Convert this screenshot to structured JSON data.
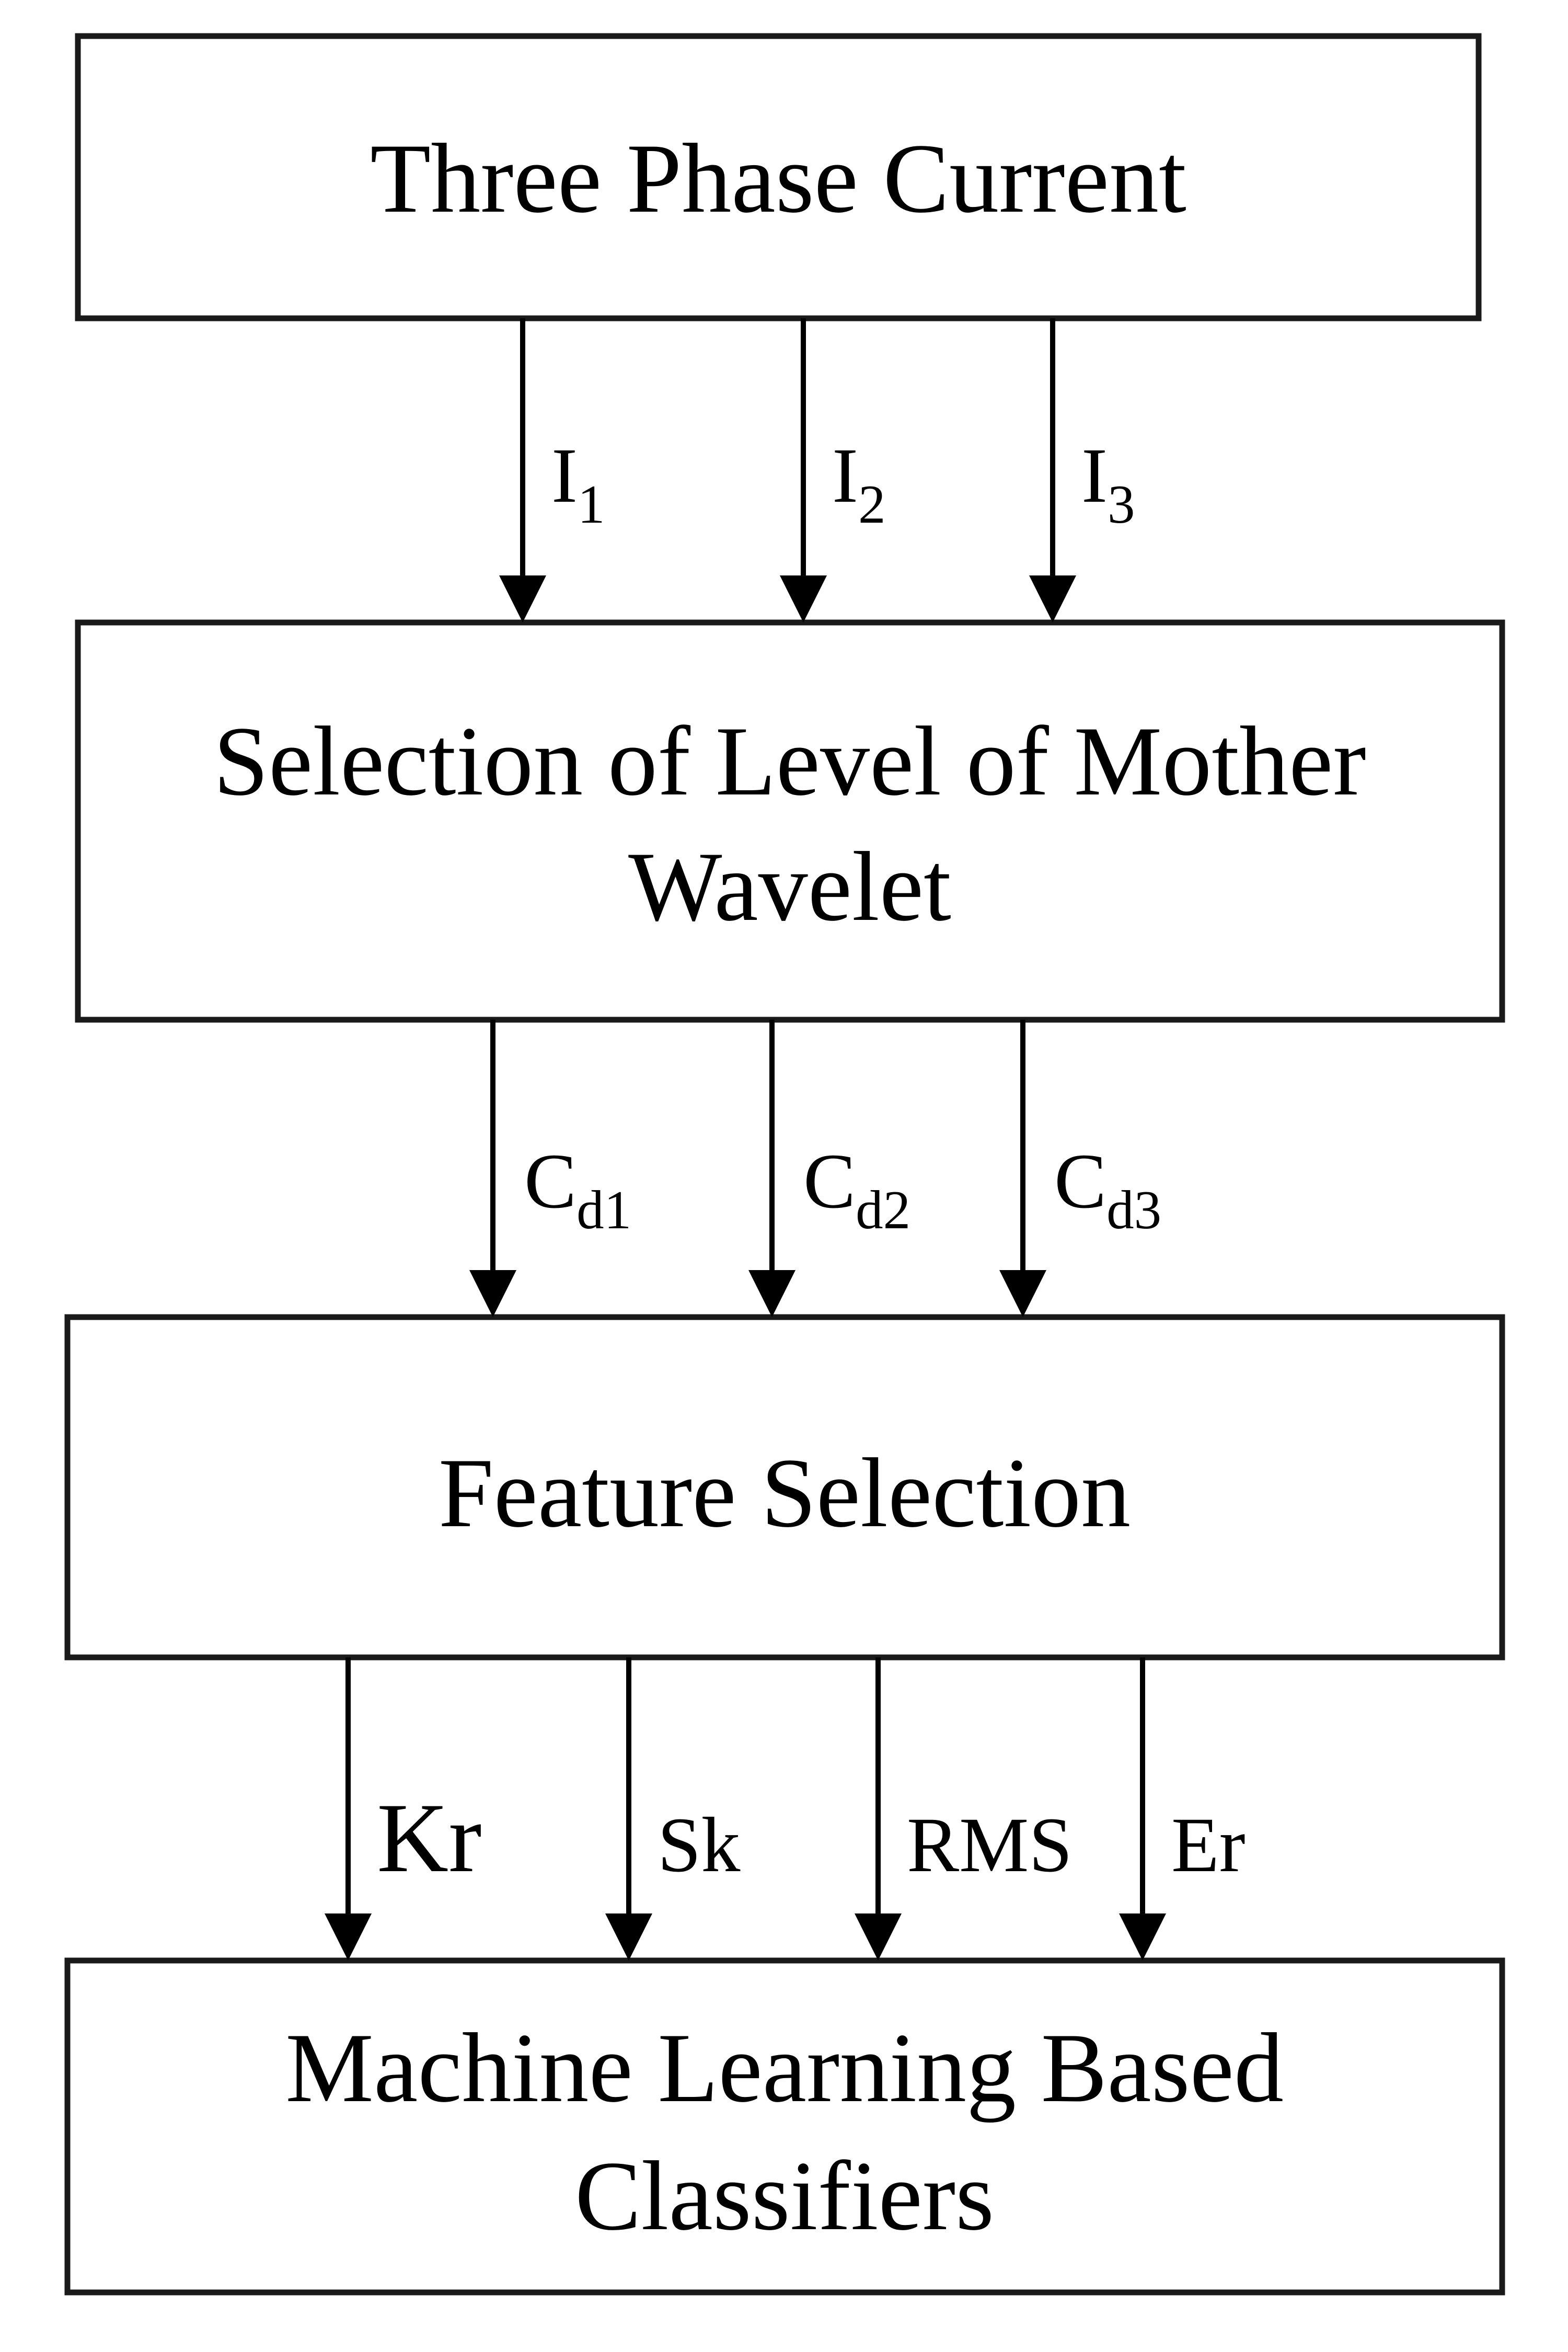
{
  "diagram": {
    "boxes": [
      {
        "id": "three-phase-current",
        "lines": [
          "Three Phase Current"
        ]
      },
      {
        "id": "wavelet-level-selection",
        "lines": [
          "Selection of Level of Mother",
          "Wavelet"
        ]
      },
      {
        "id": "feature-selection",
        "lines": [
          "Feature Selection"
        ]
      },
      {
        "id": "ml-classifiers",
        "lines": [
          "Machine Learning Based",
          "Classifiers"
        ]
      }
    ],
    "edges": [
      {
        "from": "three-phase-current",
        "to": "wavelet-level-selection",
        "labels": [
          {
            "main": "I",
            "sub": "1"
          },
          {
            "main": "I",
            "sub": "2"
          },
          {
            "main": "I",
            "sub": "3"
          }
        ]
      },
      {
        "from": "wavelet-level-selection",
        "to": "feature-selection",
        "labels": [
          {
            "main": "C",
            "sub": "d1"
          },
          {
            "main": "C",
            "sub": "d2"
          },
          {
            "main": "C",
            "sub": "d3"
          }
        ]
      },
      {
        "from": "feature-selection",
        "to": "ml-classifiers",
        "labels": [
          {
            "main": "Kr",
            "sub": ""
          },
          {
            "main": "Sk",
            "sub": ""
          },
          {
            "main": "RMS",
            "sub": ""
          },
          {
            "main": "Er",
            "sub": ""
          }
        ]
      }
    ]
  }
}
